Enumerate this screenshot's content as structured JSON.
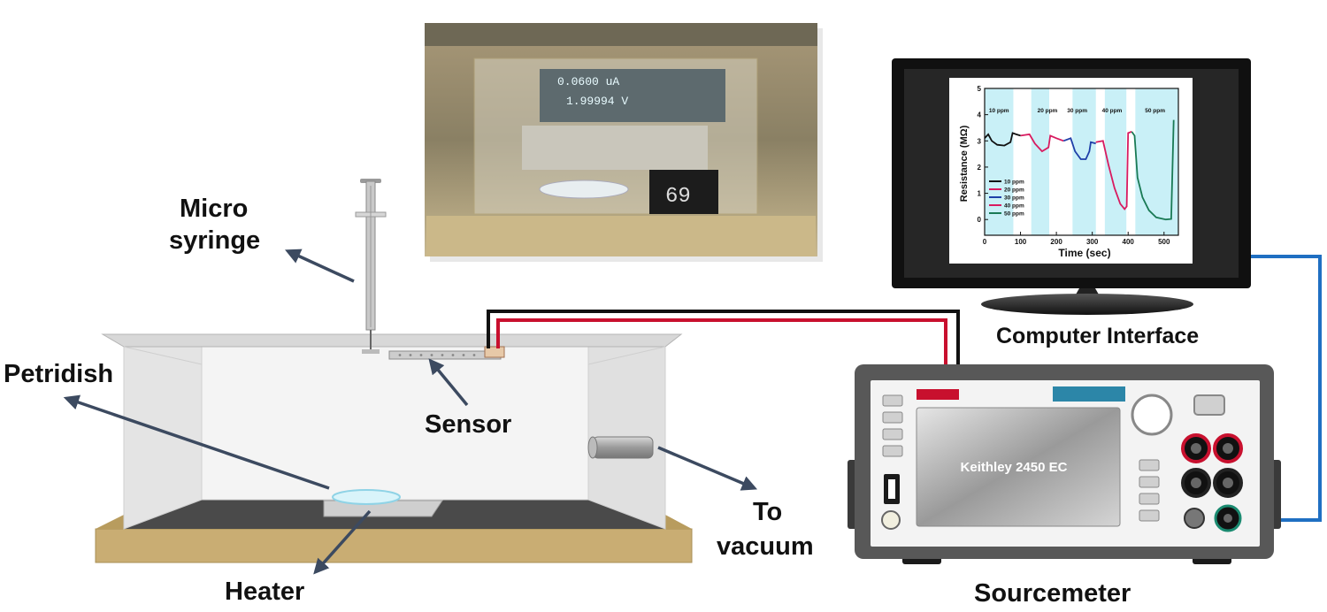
{
  "labels": {
    "micro_syringe_line1": "Micro",
    "micro_syringe_line2": "syringe",
    "petridish": "Petridish",
    "sensor": "Sensor",
    "heater": "Heater",
    "to_vacuum_line1": "To",
    "to_vacuum_line2": "vacuum",
    "computer_interface": "Computer Interface",
    "sourcemeter": "Sourcemeter"
  },
  "sourcemeter_screen": "Keithley 2450 EC",
  "photo_readouts": {
    "current": "0.0600 uA",
    "voltage": "1.99994 V",
    "thermometer": "69"
  },
  "colors": {
    "wire_red": "#c8102e",
    "wire_black": "#111111",
    "wire_blue": "#1f6fc2",
    "arrow": "#3c4a60",
    "base": "#c9ad73"
  },
  "chart_data": {
    "type": "line",
    "xlabel": "Time (sec)",
    "ylabel": "Resistance (MΩ)",
    "xlim": [
      0,
      540
    ],
    "ylim": [
      -0.6,
      5
    ],
    "x_ticks": [
      0,
      100,
      200,
      300,
      400,
      500
    ],
    "y_ticks": [
      0,
      1,
      2,
      3,
      4,
      5
    ],
    "grid": false,
    "legend_position": "lower-left",
    "bands": [
      {
        "label": "10 ppm",
        "x0": 0,
        "x1": 80
      },
      {
        "label": "20 ppm",
        "x0": 130,
        "x1": 180
      },
      {
        "label": "30 ppm",
        "x0": 245,
        "x1": 310
      },
      {
        "label": "40 ppm",
        "x0": 335,
        "x1": 395
      },
      {
        "label": "50 ppm",
        "x0": 420,
        "x1": 540
      }
    ],
    "band_labels": [
      {
        "text": "10 ppm",
        "x": 40
      },
      {
        "text": "20 ppm",
        "x": 175
      },
      {
        "text": "30 ppm",
        "x": 258
      },
      {
        "text": "40 ppm",
        "x": 355
      },
      {
        "text": "50 ppm",
        "x": 475
      }
    ],
    "series": [
      {
        "name": "10 ppm",
        "color": "#111111",
        "points": [
          [
            0,
            3.1
          ],
          [
            10,
            3.25
          ],
          [
            20,
            3.0
          ],
          [
            35,
            2.85
          ],
          [
            55,
            2.82
          ],
          [
            72,
            2.95
          ],
          [
            78,
            3.3
          ],
          [
            88,
            3.25
          ],
          [
            100,
            3.2
          ]
        ]
      },
      {
        "name": "20 ppm",
        "color": "#d81b60",
        "points": [
          [
            100,
            3.2
          ],
          [
            125,
            3.25
          ],
          [
            140,
            2.9
          ],
          [
            160,
            2.6
          ],
          [
            178,
            2.75
          ],
          [
            183,
            3.2
          ],
          [
            200,
            3.1
          ],
          [
            220,
            3.0
          ]
        ]
      },
      {
        "name": "30 ppm",
        "color": "#1f3fa8",
        "points": [
          [
            220,
            3.0
          ],
          [
            240,
            3.1
          ],
          [
            252,
            2.6
          ],
          [
            268,
            2.3
          ],
          [
            282,
            2.3
          ],
          [
            292,
            2.6
          ],
          [
            296,
            2.95
          ],
          [
            310,
            2.9
          ]
        ]
      },
      {
        "name": "40 ppm",
        "color": "#d81b60",
        "points": [
          [
            310,
            2.95
          ],
          [
            330,
            3.0
          ],
          [
            345,
            2.1
          ],
          [
            362,
            1.2
          ],
          [
            378,
            0.6
          ],
          [
            390,
            0.4
          ],
          [
            396,
            0.5
          ],
          [
            400,
            3.3
          ],
          [
            410,
            3.35
          ]
        ]
      },
      {
        "name": "50 ppm",
        "color": "#1a7a55",
        "points": [
          [
            410,
            3.35
          ],
          [
            418,
            3.2
          ],
          [
            426,
            1.6
          ],
          [
            440,
            0.85
          ],
          [
            458,
            0.35
          ],
          [
            478,
            0.08
          ],
          [
            505,
            0.0
          ],
          [
            520,
            0.02
          ],
          [
            527,
            3.8
          ]
        ]
      }
    ]
  }
}
